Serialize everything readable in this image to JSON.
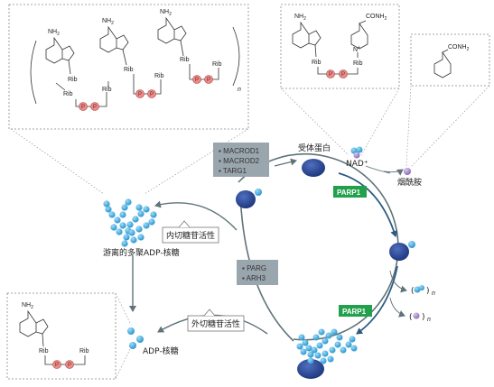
{
  "labels": {
    "acceptor": "受体蛋白",
    "nad": "NAD⁺",
    "nicotinamide": "烟酰胺",
    "free_polymer": "游离的多聚ADP-核糖",
    "adp_ribose": "ADP-核糖",
    "endo": "内切糖苷活性",
    "exo": "外切糖苷活性",
    "parp1_a": "PARP1",
    "parp1_b": "PARP1",
    "n_sub_1": "n",
    "n_sub_2": "n",
    "n_bracket": "n"
  },
  "enzymes_top": [
    "MACROD1",
    "MACROD2",
    "TARG1"
  ],
  "enzymes_mid": [
    "PARG",
    "ARH3"
  ],
  "chem": {
    "nh2": "NH",
    "nh2_sub": "2",
    "conh2": "CONH",
    "conh2_sub": "2",
    "rib": "Rib",
    "p": "P",
    "n": "N",
    "nplus": "N"
  },
  "colors": {
    "parp_green": "#22a04b",
    "enzyme_box": "#9aa6ad",
    "protein": "#1f3f8f",
    "bead": "#3fa9dd",
    "arrow": "#5f7379",
    "phosphate": "#e98c8a"
  }
}
